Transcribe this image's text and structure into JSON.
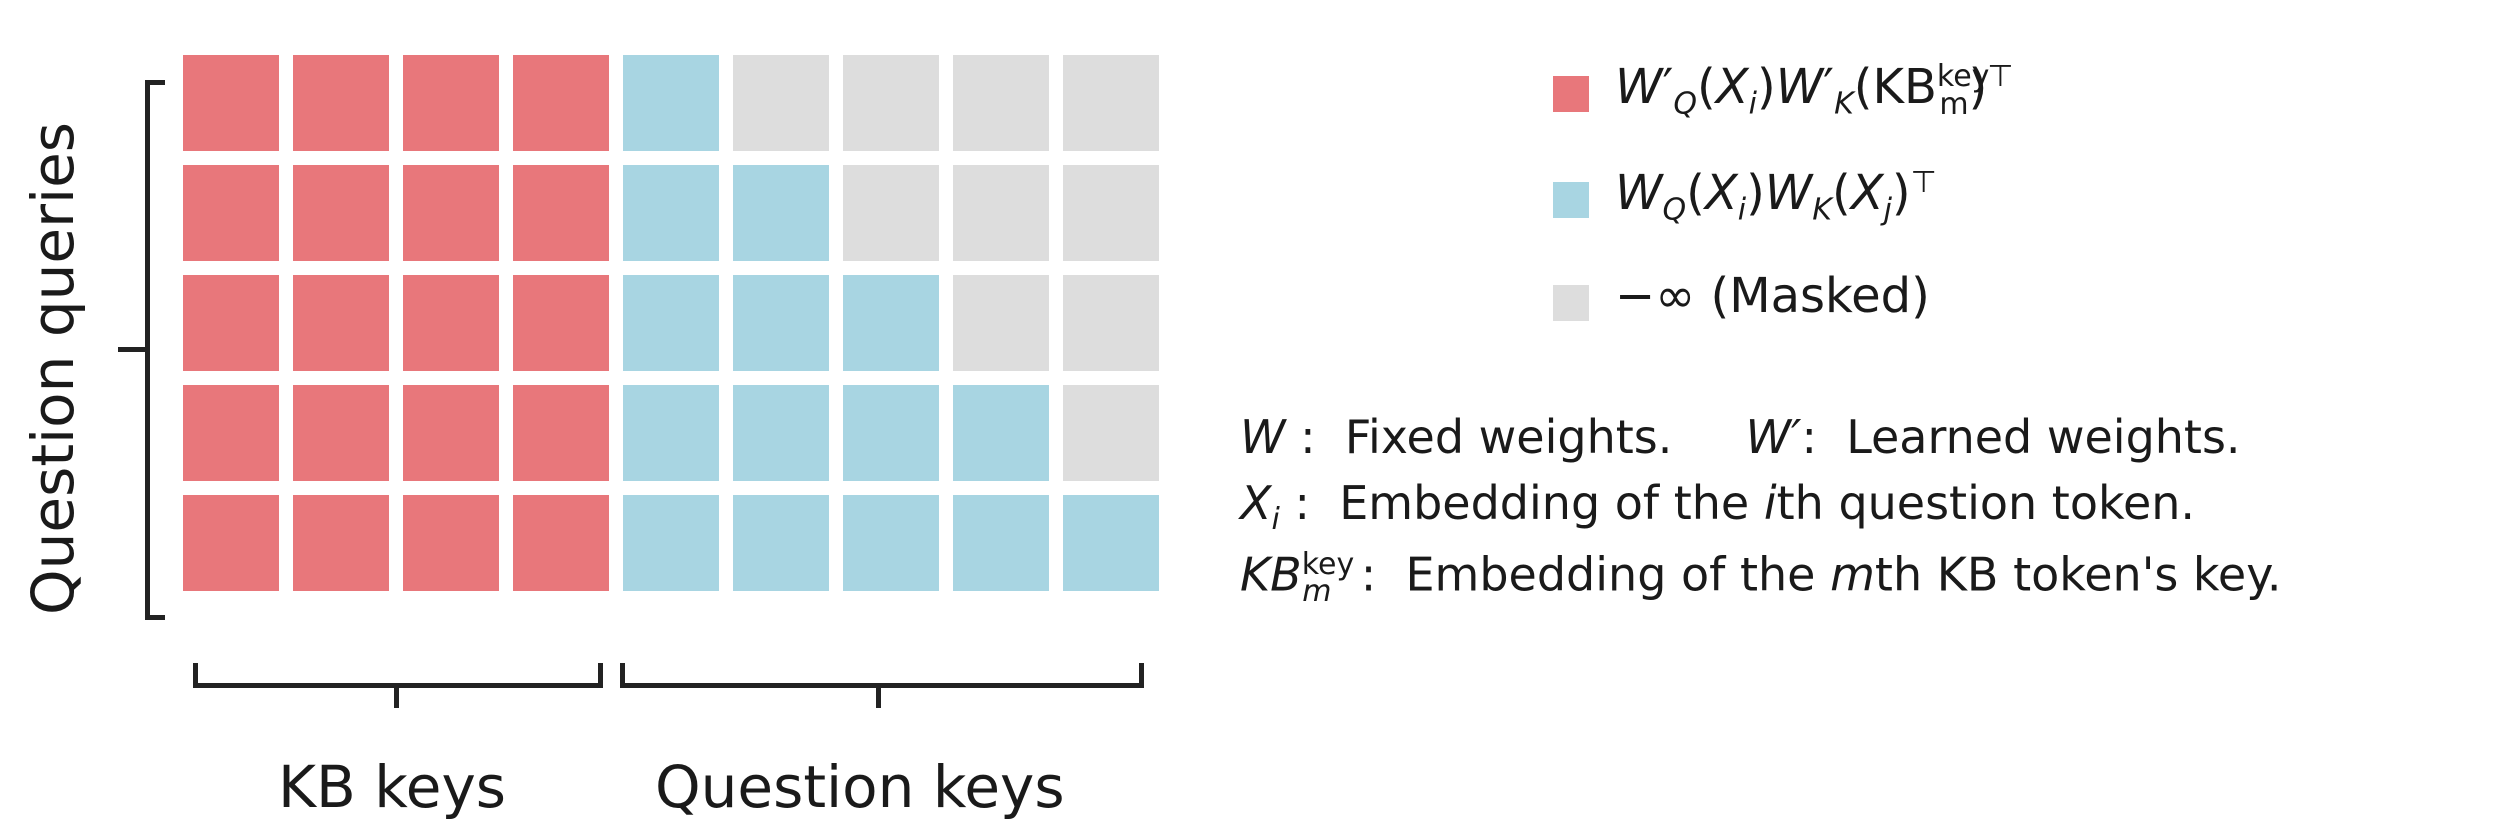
{
  "diagram": {
    "rows": 5,
    "kb_columns": 4,
    "question_columns": 5,
    "colors": {
      "kb": "#e8777b",
      "question": "#a8d5e2",
      "masked": "#dddddd"
    }
  },
  "labels": {
    "y_axis": "Question queries",
    "x_kb": "KB keys",
    "x_question": "Question keys"
  },
  "legend": {
    "kb_expr": "W′Q(Xi)W′K(KBmkey)⊤",
    "question_expr": "WQ(Xi)WK(Xj)⊤",
    "masked": "−∞ (Masked)"
  },
  "definitions": {
    "w_sym": "W",
    "w_text": "Fixed weights.",
    "wp_sym": "W′",
    "wp_text": "Learned weights.",
    "x_sym": "Xi",
    "x_text": "Embedding of the ith question token.",
    "kb_sym": "KBmkey",
    "kb_text": "Embedding of the mth KB token's key."
  }
}
